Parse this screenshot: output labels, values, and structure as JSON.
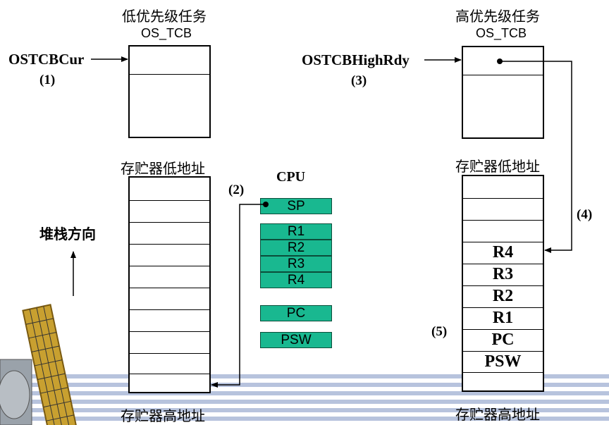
{
  "low_task": {
    "title": "低优先级任务",
    "tcb_label": "OS_TCB",
    "pointer": "OSTCBCur",
    "step": "(1)",
    "mem_low": "存贮器低地址",
    "mem_high": "存贮器高地址"
  },
  "high_task": {
    "title": "高优先级任务",
    "tcb_label": "OS_TCB",
    "pointer": "OSTCBHighRdy",
    "step": "(3)",
    "mem_low": "存贮器低地址",
    "mem_high": "存贮器高地址"
  },
  "cpu": {
    "title": "CPU",
    "registers": [
      "SP",
      "R1",
      "R2",
      "R3",
      "R4",
      "PC",
      "PSW"
    ],
    "color": "#19b890"
  },
  "high_stack_slots": [
    "R4",
    "R3",
    "R2",
    "R1",
    "PC",
    "PSW"
  ],
  "steps": {
    "s2": "(2)",
    "s4": "(4)",
    "s5": "(5)"
  },
  "stack_direction": "堆栈方向",
  "decor": {
    "satellite": "satellite-image",
    "stripe_color": "#b7c3dd"
  }
}
